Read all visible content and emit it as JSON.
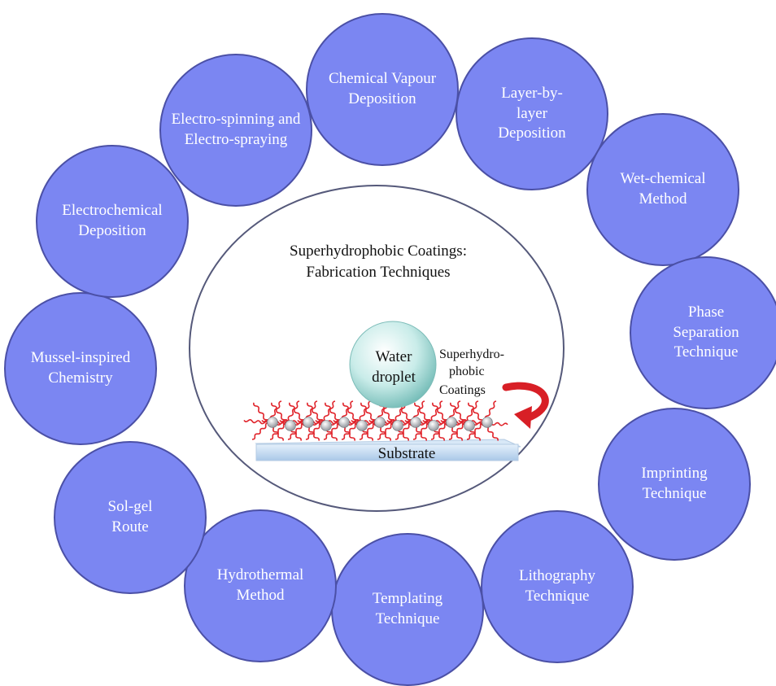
{
  "center": {
    "title_line1": "Superhydrophobic Coatings:",
    "title_line2": "Fabrication Techniques"
  },
  "illustration": {
    "droplet_line1": "Water",
    "droplet_line2": "droplet",
    "coating_line1": "Superhydro-",
    "coating_line2": "phobic",
    "coating_line3": "Coatings",
    "substrate": "Substrate"
  },
  "techniques": [
    {
      "label": "Chemical Vapour Deposition"
    },
    {
      "label": "Layer-by- layer Deposition"
    },
    {
      "label": "Wet-chemical Method"
    },
    {
      "label": "Phase Separation Technique"
    },
    {
      "label": "Imprinting Technique"
    },
    {
      "label": "Lithography Technique"
    },
    {
      "label": "Templating Technique"
    },
    {
      "label": "Hydrothermal Method"
    },
    {
      "label": "Sol-gel Route"
    },
    {
      "label": "Mussel-inspired Chemistry"
    },
    {
      "label": "Electrochemical Deposition"
    },
    {
      "label": "Electro-spinning and Electro-spraying"
    }
  ],
  "colors": {
    "bubble_fill": "#7b86f2",
    "bubble_border": "#4b50a6",
    "chain": "#e0242b",
    "substrate": "#c5dcf3",
    "arrow": "#d81f26"
  }
}
